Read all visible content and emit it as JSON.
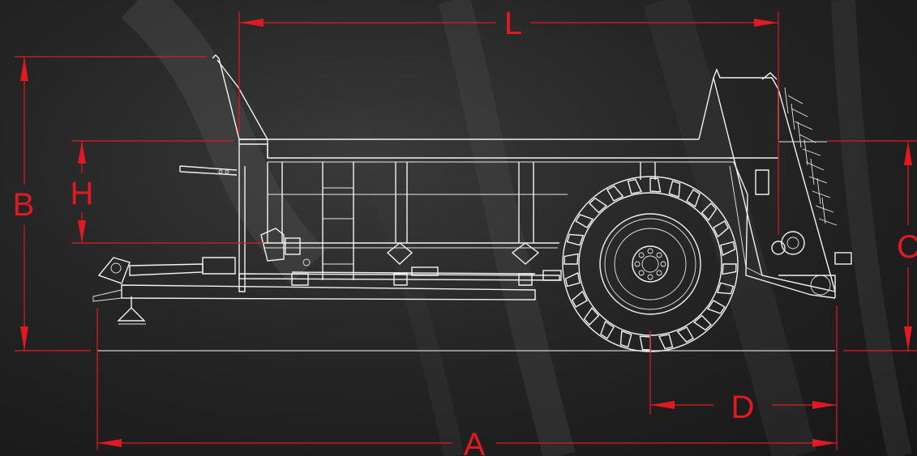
{
  "colors": {
    "dimension": "#e11a22",
    "line_art": "#f2f2f2",
    "ground": "#cfcfcf",
    "background": "#262626"
  },
  "dimensions": {
    "L": "L",
    "B": "B",
    "H": "H",
    "C": "C",
    "D": "D",
    "A": "A"
  }
}
